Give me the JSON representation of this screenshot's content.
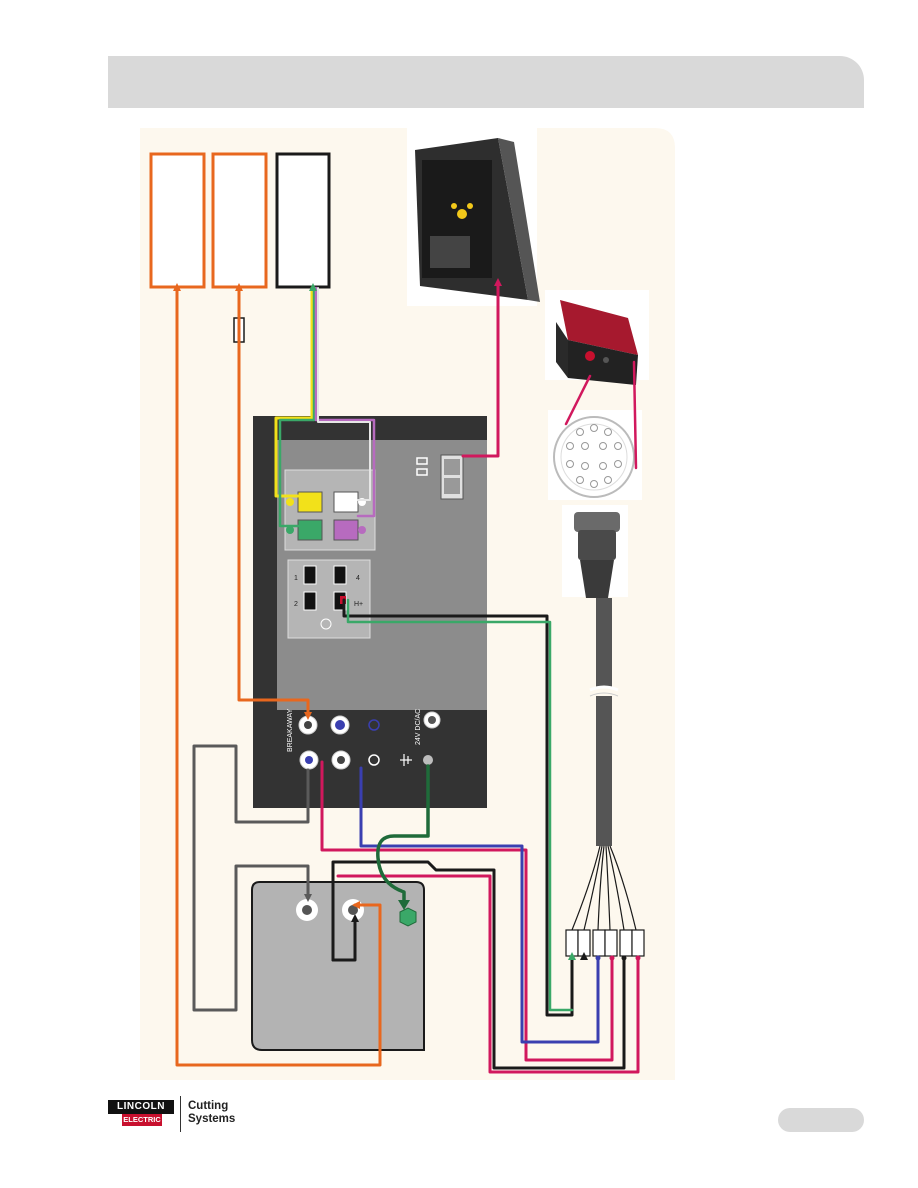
{
  "panel": {
    "breakaway_label": "BREAKAWAY",
    "power_label": "24V DC/AC"
  },
  "connector_labels": {
    "row1_left": "1",
    "row1_right": "4",
    "row2_left": "2",
    "row2_right": "H+"
  },
  "brand": {
    "company_top": "LINCOLN",
    "company_bottom": "ELECTRIC",
    "division_line1": "Cutting",
    "division_line2": "Systems"
  },
  "colors": {
    "orange": "#e8671e",
    "magenta": "#d1185d",
    "green": "#3aa868",
    "dark_green": "#1f6b3a",
    "blue": "#3a3fb0",
    "black": "#1a1a1a",
    "yellow": "#f2e11a",
    "purple": "#b76bbf",
    "gray_cable": "#5a5a5a",
    "panel": "#333333",
    "panel_inset": "#8c8c8c",
    "background_area": "#fdf8ee",
    "header_gray": "#d9d9d9"
  }
}
